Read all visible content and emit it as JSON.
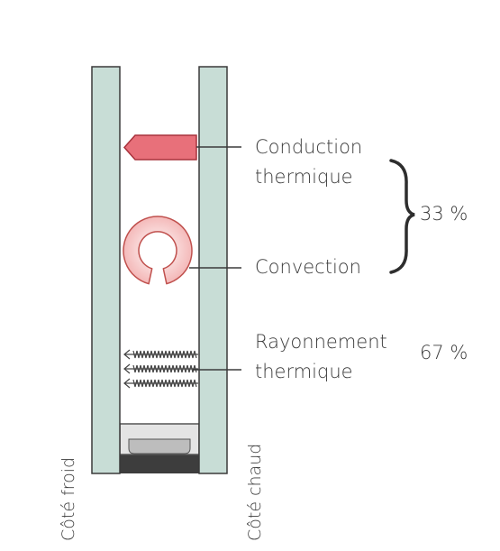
{
  "labels": {
    "conduction_line1": "Conduction",
    "conduction_line2": "thermique",
    "convection": "Convection",
    "radiation_line1": "Rayonnement",
    "radiation_line2": "thermique"
  },
  "percentages": {
    "conduction_convection": "33 %",
    "radiation": "67 %"
  },
  "sides": {
    "cold": "Côté froid",
    "warm": "Côté chaud"
  },
  "colors": {
    "glass": "#c8ddd6",
    "glass_edge": "#3a3a3a",
    "conduction_fill": "#e8707a",
    "convection_fill": "#f7d3d3",
    "convection_edge": "#c0504d",
    "spacer": "#d9d9d9",
    "seal": "#3d3d3d",
    "text": "#3b3b3b"
  }
}
